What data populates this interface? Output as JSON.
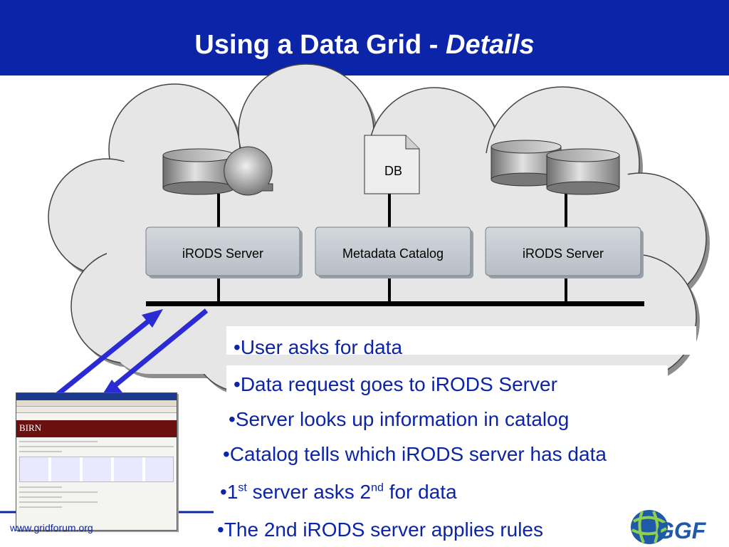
{
  "slide": {
    "title_main": "Using a Data Grid - ",
    "title_em": "Details"
  },
  "diagram": {
    "db_label": "DB",
    "nodes": [
      {
        "label": "iRODS Server"
      },
      {
        "label": "Metadata Catalog"
      },
      {
        "label": "iRODS Server"
      }
    ]
  },
  "bullets": [
    {
      "marker": "•",
      "text": "User asks for data"
    },
    {
      "marker": "•",
      "text": "Data request goes to iRODS Server"
    },
    {
      "marker": "•",
      "text": "Server looks up information in catalog"
    },
    {
      "marker": "•",
      "text": "Catalog tells which iRODS server has data"
    },
    {
      "marker": "•",
      "p1": "1",
      "s1": "st",
      "p2": " server asks 2",
      "s2": "nd",
      "p3": " for data"
    },
    {
      "marker": "•",
      "text": "The 2nd iRODS server applies rules"
    }
  ],
  "screenshot": {
    "banner_text": "BIRN"
  },
  "footer": {
    "url": "www.gridforum.org",
    "logo_text": "GGF"
  },
  "colors": {
    "header_bg": "#0b24a8",
    "bullet_text": "#0b24a8",
    "arrow": "#2b2bd6",
    "cloud_fill": "#e6e6e6",
    "node_fill": "#c5cbd3"
  },
  "icons": [
    "db-cylinder-icon",
    "db-document-icon",
    "ggf-logo-icon"
  ]
}
